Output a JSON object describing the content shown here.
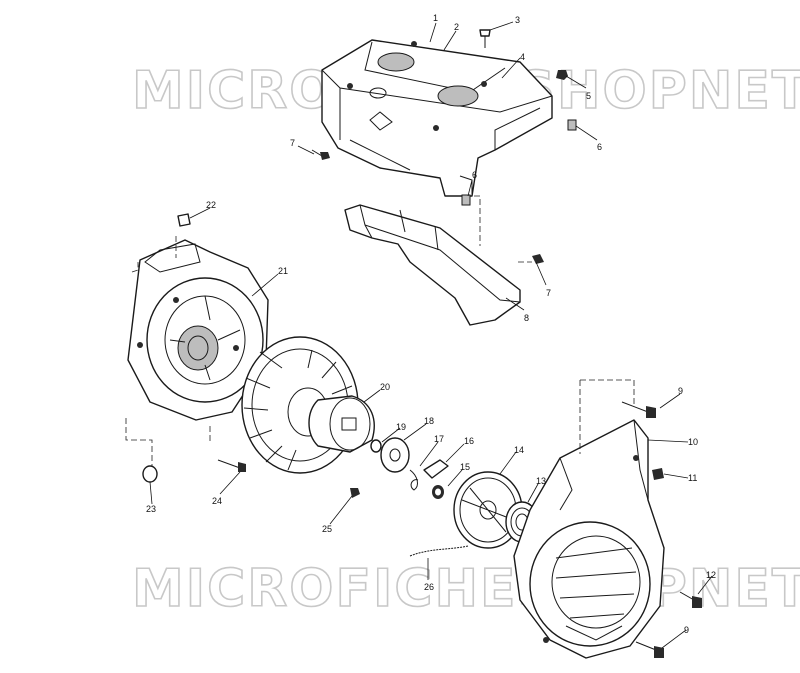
{
  "watermark": {
    "text": "MICROFICHESHOPNET",
    "color": "#c8c8c8"
  },
  "callouts": {
    "c1": "1",
    "c2": "2",
    "c3": "3",
    "c4": "4",
    "c5": "5",
    "c6a": "6",
    "c6b": "6",
    "c7a": "7",
    "c7b": "7",
    "c8": "8",
    "c9a": "9",
    "c9b": "9",
    "c10": "10",
    "c11": "11",
    "c12": "12",
    "c13": "13",
    "c14": "14",
    "c15": "15",
    "c16": "16",
    "c17": "17",
    "c18": "18",
    "c19": "19",
    "c20": "20",
    "c21": "21",
    "c22": "22",
    "c23": "23",
    "c24": "24",
    "c25": "25",
    "c26": "26"
  }
}
